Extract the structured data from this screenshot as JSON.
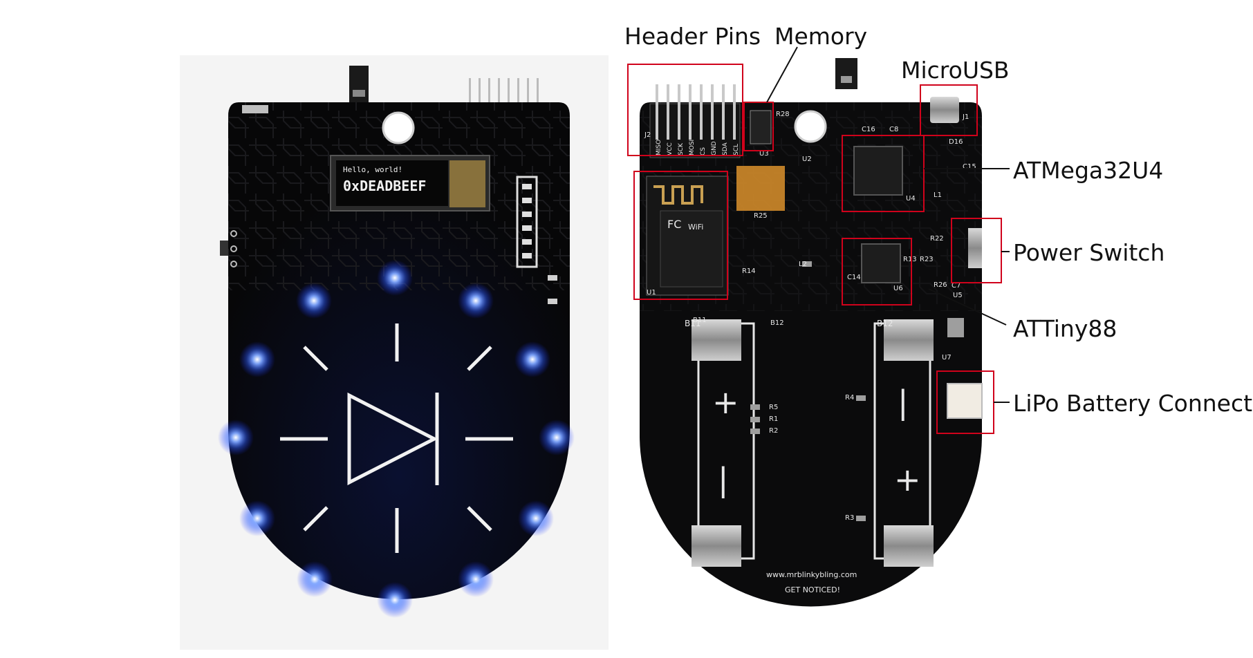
{
  "colors": {
    "pcb": "#0b0b0c",
    "silkscreen": "#f2f2f2",
    "led_blue": "#2f6bff",
    "callout": "#d0021b",
    "background": "#ffffff"
  },
  "front": {
    "oled_line1": "Hello, world!",
    "oled_line2": "0xDEADBEEF"
  },
  "back": {
    "url": "www.mrblinkybling.com",
    "slogan": "GET NOTICED!",
    "header_pin_labels": [
      "MISO",
      "VCC",
      "SCK",
      "MOSI",
      "CS",
      "GND",
      "SDA",
      "SCL"
    ],
    "component_refs": [
      "J2",
      "U3",
      "R28",
      "U2",
      "C16",
      "C8",
      "J1",
      "D16",
      "C15",
      "U1",
      "U4",
      "U6",
      "U7",
      "L1",
      "L2",
      "R25",
      "R14",
      "B11",
      "B12",
      "R1",
      "R2",
      "R3",
      "R4",
      "R5",
      "C14",
      "R13",
      "R23",
      "R22",
      "R26",
      "C7",
      "U5"
    ]
  },
  "callouts": {
    "header_pins": "Header Pins",
    "memory": "Memory",
    "microusb": "MicroUSB",
    "atmega": "ATMega32U4",
    "power_switch": "Power Switch",
    "attiny": "ATTiny88",
    "lipo": "LiPo Battery Connector"
  }
}
